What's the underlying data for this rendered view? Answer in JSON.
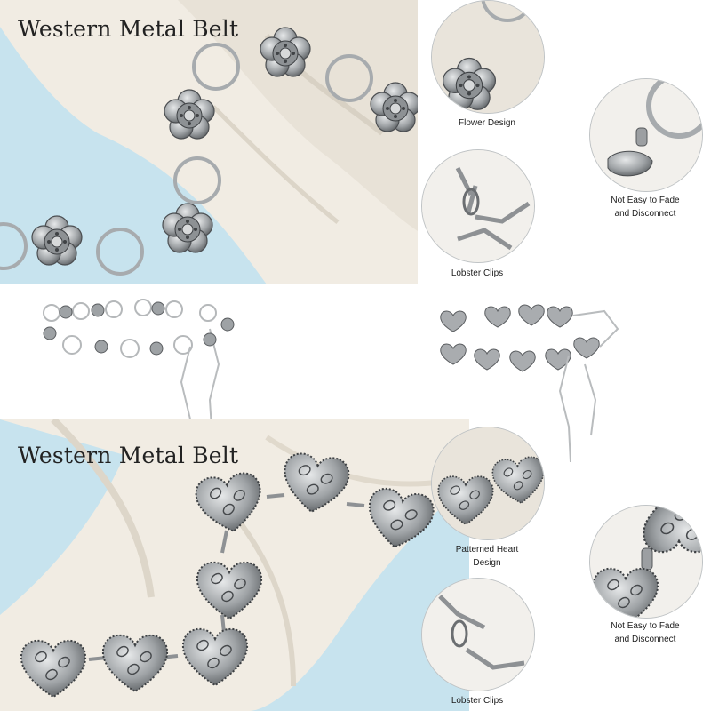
{
  "top_panel": {
    "title": "Western Metal Belt"
  },
  "bottom_panel": {
    "title": "Western Metal Belt"
  },
  "callouts_top": [
    {
      "caption": "Flower Design"
    },
    {
      "caption": "Not Easy to Fade\nand Disconnect"
    },
    {
      "caption": "Lobster Clips"
    }
  ],
  "callouts_bottom": [
    {
      "caption": "Patterned Heart\nDesign"
    },
    {
      "caption": "Not Easy to Fade\nand Disconnect"
    },
    {
      "caption": "Lobster Clips"
    }
  ],
  "colors": {
    "background_blue": "#c7e3ee",
    "fabric_white": "#f1ece3",
    "silver": "#b9bcbe",
    "silver_dark": "#55585b",
    "text": "#222222"
  }
}
